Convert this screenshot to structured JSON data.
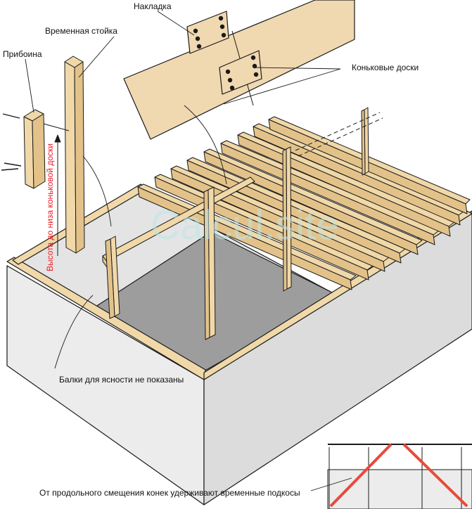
{
  "labels": {
    "nakladka": "Накладка",
    "temp_post": "Временная стойка",
    "priboina": "Прибоина",
    "ridge_boards": "Коньковые доски",
    "height_note": "Высота до низа коньковой доски",
    "beams_hidden": "Балки для ясности не показаны",
    "braces_note": "От продольного смещения конек удерживают временные подкосы"
  },
  "watermark": "Calcul.site",
  "colors": {
    "wood": "#f0d8a8",
    "wood_dark": "#e3c28a",
    "ridge_board": "#f0d8b0",
    "wall_front": "#ececec",
    "wall_side": "#dedede",
    "floor_light": "#e6e6e6",
    "floor_dark": "#9a9a9a",
    "brace_red": "#e84a3a",
    "red_text": "#e8202a",
    "outline": "#1a1a1a"
  }
}
